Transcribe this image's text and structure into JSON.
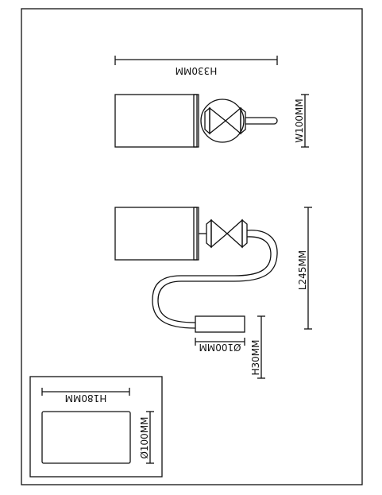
{
  "colors": {
    "stroke": "#111111",
    "background": "#ffffff"
  },
  "dimensions": {
    "top_height": "H330MM",
    "top_width": "W100MM",
    "side_length": "L245MM",
    "base_diameter": "Ø100MM",
    "base_height": "H30MM",
    "inset_height": "H180MM",
    "inset_diameter": "Ø100MM"
  }
}
